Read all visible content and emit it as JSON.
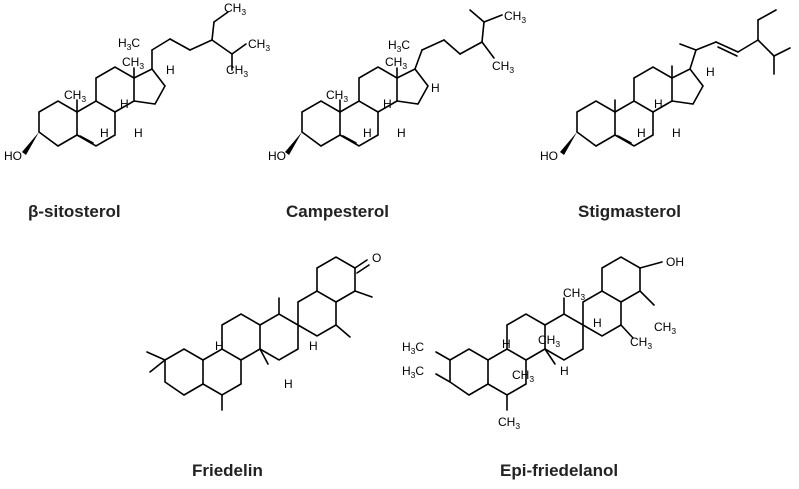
{
  "molecules": [
    {
      "name": "β-sitosterol"
    },
    {
      "name": "Campesterol"
    },
    {
      "name": "Stigmasterol"
    },
    {
      "name": "Friedelin"
    },
    {
      "name": "Epi-friedelanol"
    }
  ],
  "atoms": {
    "ch3": "CH",
    "h3c": "H",
    "three": "3",
    "h": "H",
    "ho": "HO",
    "oh": "OH",
    "o": "O"
  }
}
